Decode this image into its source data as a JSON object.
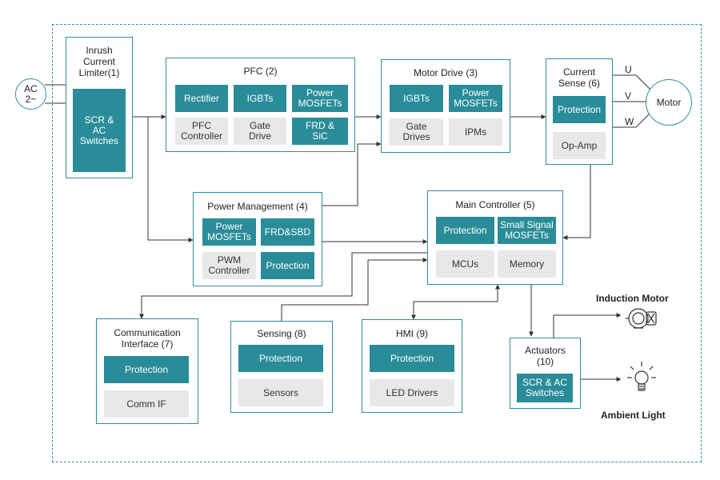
{
  "colors": {
    "accent": "#2a8c99",
    "border": "#2b8ea3",
    "gray_cell": "#e6e8ea",
    "line": "#333333"
  },
  "ac_source": {
    "label": "AC\n2~"
  },
  "motor": {
    "label": "Motor"
  },
  "phases": {
    "u": "U",
    "v": "V",
    "w": "W"
  },
  "inrush": {
    "title": "Inrush\nCurrent\nLimiter(1)",
    "cell": "SCR &\nAC\nSwitches"
  },
  "pfc": {
    "title": "PFC (2)",
    "rectifier": "Rectifier",
    "igbts": "IGBTs",
    "power_mosfets": "Power\nMOSFETs",
    "pfc_controller": "PFC\nController",
    "gate_drive": "Gate\nDrive",
    "frd_sic": "FRD &\nSiC"
  },
  "motor_drive": {
    "title": "Motor Drive (3)",
    "igbts": "IGBTs",
    "power_mosfets": "Power\nMOSFETs",
    "gate_drives": "Gate\nDrives",
    "ipms": "IPMs"
  },
  "current_sense": {
    "title": "Current\nSense (6)",
    "protection": "Protection",
    "op_amp": "Op-Amp"
  },
  "power_mgmt": {
    "title": "Power Management (4)",
    "power_mosfets": "Power\nMOSFETs",
    "frd_sbd": "FRD&SBD",
    "pwm_controller": "PWM\nController",
    "protection": "Protection"
  },
  "main_controller": {
    "title": "Main Controller (5)",
    "protection": "Protection",
    "small_signal": "Small Signal\nMOSFETs",
    "mcus": "MCUs",
    "memory": "Memory"
  },
  "comm_if": {
    "title": "Communication\nInterface (7)",
    "protection": "Protection",
    "comm": "Comm IF"
  },
  "sensing": {
    "title": "Sensing (8)",
    "protection": "Protection",
    "sensors": "Sensors"
  },
  "hmi": {
    "title": "HMI (9)",
    "protection": "Protection",
    "led_drivers": "LED Drivers"
  },
  "actuators": {
    "title": "Actuators\n(10)",
    "cell": "SCR & AC\nSwitches"
  },
  "externals": {
    "induction_motor": "Induction Motor",
    "ambient_light": "Ambient Light",
    "induction_icon": "induction-motor-icon",
    "light_icon": "light-bulb-icon"
  }
}
